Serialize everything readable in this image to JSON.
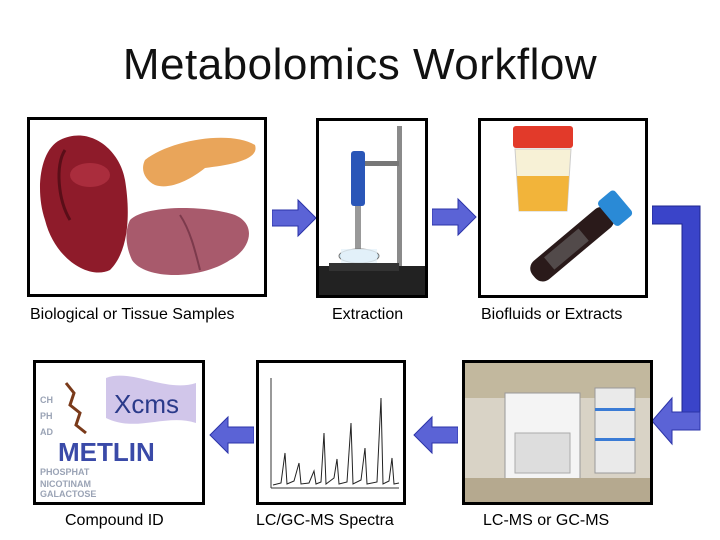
{
  "title": "Metabolomics Workflow",
  "steps": [
    {
      "label": "Biological or Tissue Samples"
    },
    {
      "label": "Extraction"
    },
    {
      "label": "Biofluids or Extracts"
    },
    {
      "label": "LC-MS or GC-MS"
    },
    {
      "label": "LC/GC-MS Spectra"
    },
    {
      "label": "Compound ID"
    }
  ],
  "logos": {
    "xcms": "Xcms",
    "metlin": "METLIN"
  },
  "colors": {
    "arrow": "#5b63d6",
    "arrow_dark": "#2b33a8",
    "connector": "#3a44c9"
  }
}
